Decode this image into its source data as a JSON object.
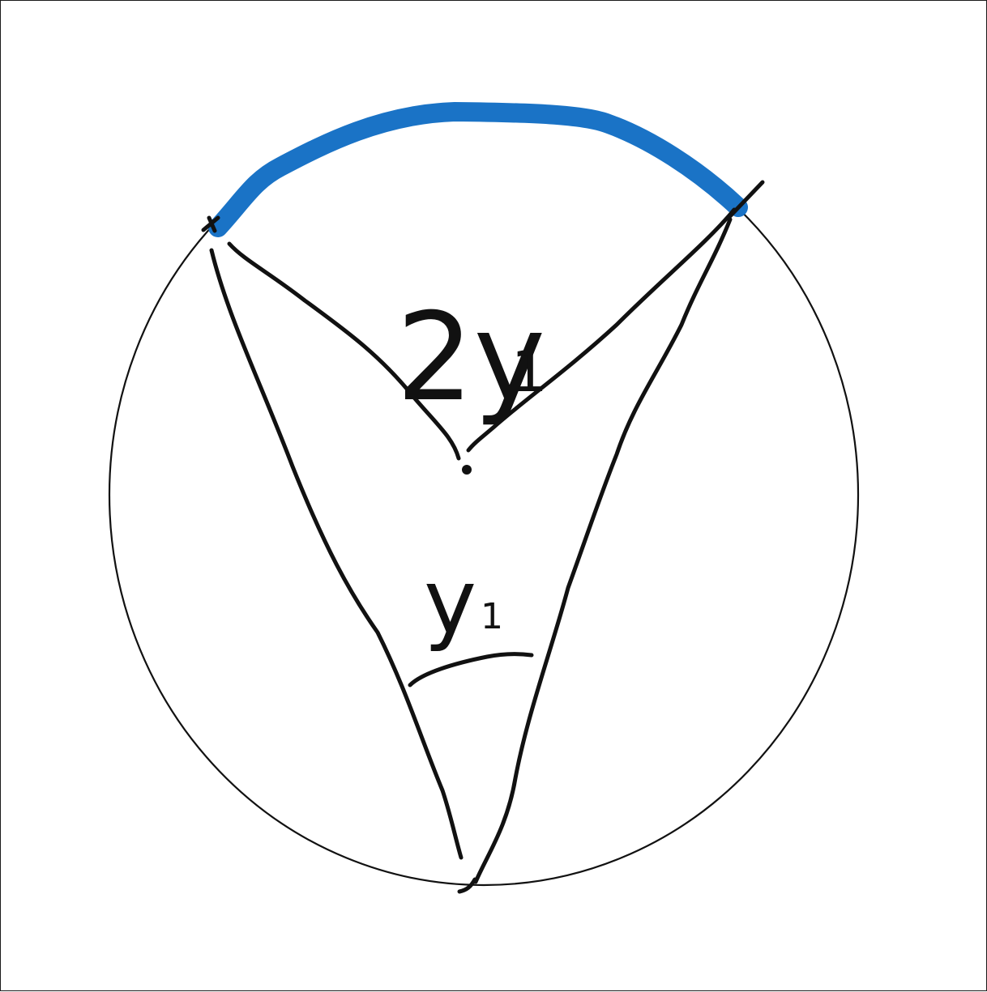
{
  "diagram": {
    "labels": {
      "central_angle": "2y",
      "central_angle_subscript": "1",
      "inscribed_angle": "y",
      "inscribed_angle_subscript": "1"
    },
    "colors": {
      "ink": "#111111",
      "highlighted_arc": "#1a73c6",
      "background": "#ffffff"
    }
  }
}
